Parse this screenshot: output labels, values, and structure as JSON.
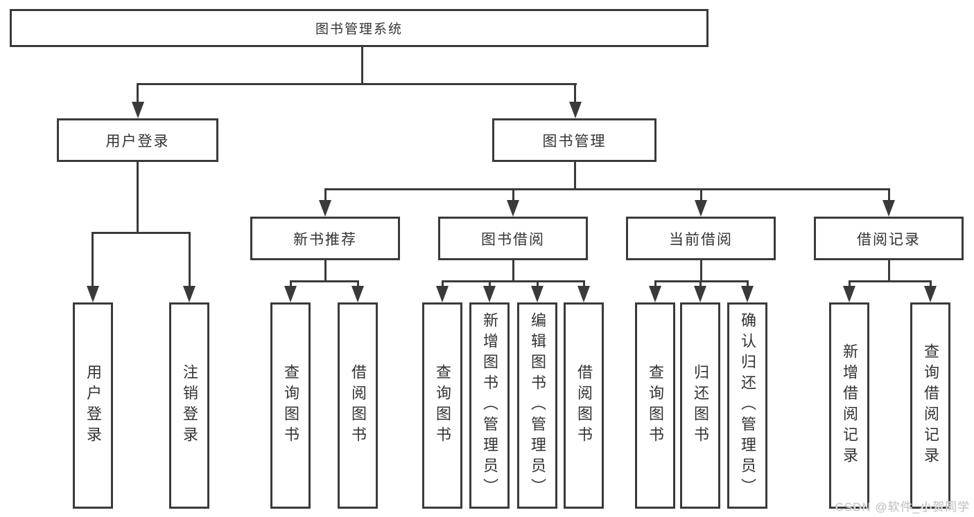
{
  "colors": {
    "line": "#3a3a3a",
    "text": "#333333",
    "watermark": "#c5c5c5"
  },
  "root": {
    "label": "图书管理系统"
  },
  "level2": [
    {
      "label": "用户登录"
    },
    {
      "label": "图书管理"
    }
  ],
  "level3": [
    {
      "label": "新书推荐",
      "parent": "图书管理"
    },
    {
      "label": "图书借阅",
      "parent": "图书管理"
    },
    {
      "label": "当前借阅",
      "parent": "图书管理"
    },
    {
      "label": "借阅记录",
      "parent": "图书管理"
    }
  ],
  "leaves": [
    {
      "label": "用户登录",
      "parent": "用户登录"
    },
    {
      "label": "注销登录",
      "parent": "用户登录"
    },
    {
      "label": "查询图书",
      "parent": "新书推荐"
    },
    {
      "label": "借阅图书",
      "parent": "新书推荐"
    },
    {
      "label": "查询图书",
      "parent": "图书借阅"
    },
    {
      "label": "新增图书（管理员）",
      "parent": "图书借阅"
    },
    {
      "label": "编辑图书（管理员）",
      "parent": "图书借阅"
    },
    {
      "label": "借阅图书",
      "parent": "图书借阅"
    },
    {
      "label": "查询图书",
      "parent": "当前借阅"
    },
    {
      "label": "归还图书",
      "parent": "当前借阅"
    },
    {
      "label": "确认归还（管理员）",
      "parent": "当前借阅"
    },
    {
      "label": "新增借阅记录",
      "parent": "借阅记录"
    },
    {
      "label": "查询借阅记录",
      "parent": "借阅记录"
    }
  ],
  "watermark": "CSDN @软件_小贺同学"
}
